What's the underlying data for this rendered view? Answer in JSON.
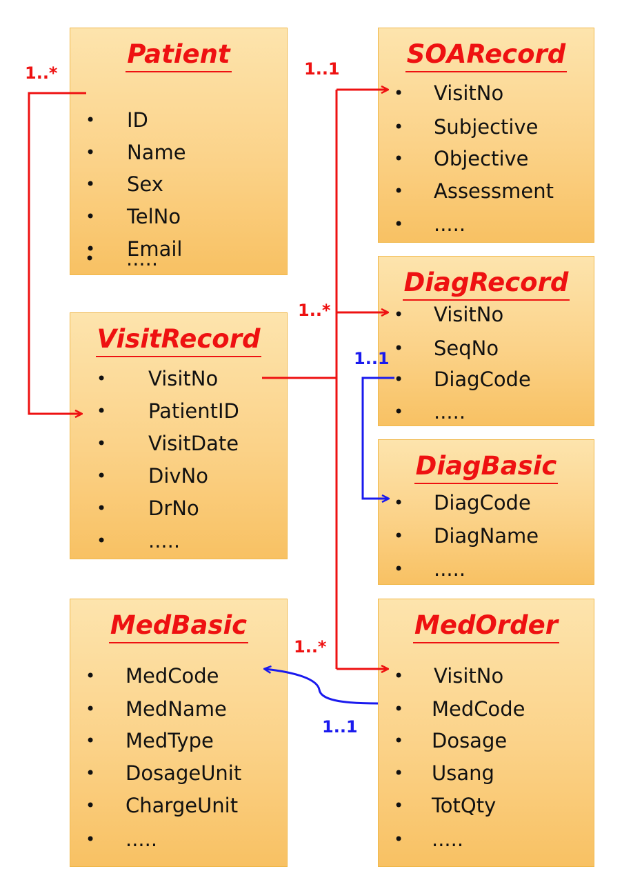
{
  "entities": {
    "patient": {
      "title": "Patient",
      "attributes": [
        "ID",
        "Name",
        "Sex",
        "TelNo",
        "Email",
        "....."
      ]
    },
    "soarecord": {
      "title": "SOARecord",
      "attributes": [
        "VisitNo",
        "Subjective",
        "Objective",
        "Assessment",
        "....."
      ]
    },
    "diagrecord": {
      "title": "DiagRecord",
      "attributes": [
        "VisitNo",
        "SeqNo",
        "DiagCode",
        "....."
      ]
    },
    "visitrecord": {
      "title": "VisitRecord",
      "attributes": [
        "VisitNo",
        "PatientID",
        "VisitDate",
        "DivNo",
        "DrNo",
        "....."
      ]
    },
    "diagbasic": {
      "title": "DiagBasic",
      "attributes": [
        "DiagCode",
        "DiagName",
        "....."
      ]
    },
    "medbasic": {
      "title": "MedBasic",
      "attributes": [
        "MedCode",
        "MedName",
        "MedType",
        "DosageUnit",
        "ChargeUnit",
        "....."
      ]
    },
    "medorder": {
      "title": "MedOrder",
      "attributes": [
        "VisitNo",
        "MedCode",
        "Dosage",
        "Usang",
        "TotQty",
        "....."
      ]
    }
  },
  "multiplicities": {
    "patient_visit": "1..*",
    "visit_soa": "1..1",
    "visit_diag": "1..*",
    "diag_diagbasic": "1..1",
    "medorder_medbasic_many": "1..*",
    "medorder_medbasic_one": "1..1"
  },
  "colors": {
    "relation_red": "#ee1111",
    "relation_blue": "#1a1aee",
    "entity_fill": "#fbd288",
    "entity_border": "#f0b84a"
  }
}
